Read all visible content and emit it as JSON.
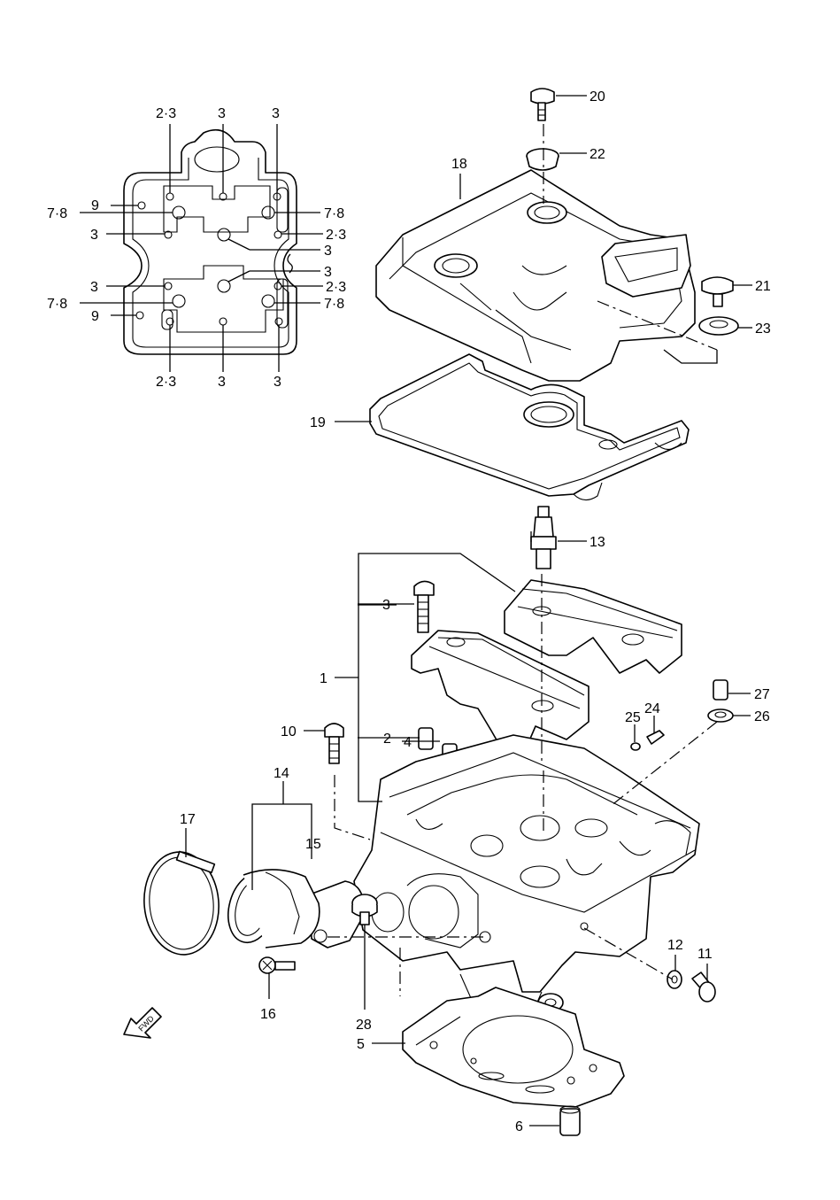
{
  "diagram": {
    "type": "exploded-parts-diagram",
    "bolt_pattern_labels": {
      "top_left": "2·3",
      "top_mid": "3",
      "top_right": "3",
      "left_9_upper": "9",
      "left_78_upper": "7·8",
      "right_78_upper": "7·8",
      "left_3_upper": "3",
      "right_23_upper": "2·3",
      "center_3_a": "3",
      "center_3_b": "3",
      "left_3_lower": "3",
      "right_23_lower": "2·3",
      "left_78_lower": "7·8",
      "right_78_lower": "7·8",
      "left_9_lower": "9",
      "bottom_left": "2·3",
      "bottom_mid": "3",
      "bottom_right": "3"
    },
    "callouts": {
      "p1": "1",
      "p2": "2",
      "p3": "3",
      "p4": "4",
      "p5": "5",
      "p6": "6",
      "p10": "10",
      "p11": "11",
      "p12": "12",
      "p13": "13",
      "p14": "14",
      "p15": "15",
      "p16": "16",
      "p17": "17",
      "p18": "18",
      "p19": "19",
      "p20": "20",
      "p21": "21",
      "p22": "22",
      "p23": "23",
      "p24": "24",
      "p25": "25",
      "p26": "26",
      "p27": "27",
      "p28": "28"
    },
    "fwd_label": "FWD"
  }
}
